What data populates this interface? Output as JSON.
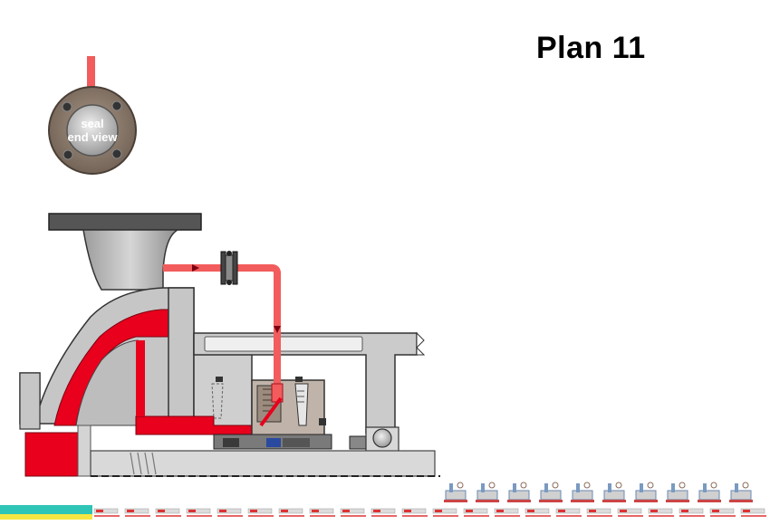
{
  "page": {
    "title": "Plan 11",
    "seal_view_line1": "seal",
    "seal_view_line2": "end view"
  },
  "colors": {
    "flush": "#f25c5c",
    "fluid_red": "#e8001c",
    "casing_gray": "#c8c8c8",
    "dark_gray": "#6a6a6a",
    "seal_plate": "#8a7a6c",
    "progress_teal": "#2ec4b6",
    "progress_yellow": "#f5e642"
  },
  "progress": {
    "completed_fraction": 0.12
  }
}
